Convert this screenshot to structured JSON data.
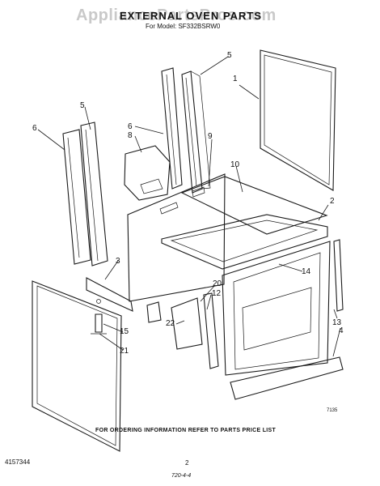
{
  "watermark": "AppliancePartsPros.com",
  "header": {
    "title": "EXTERNAL OVEN PARTS",
    "subtitle": "For Model: SF332BSRW0"
  },
  "diagram": {
    "callouts": [
      "1",
      "2",
      "3",
      "4",
      "5",
      "5",
      "6",
      "6",
      "8",
      "9",
      "10",
      "12",
      "13",
      "14",
      "15",
      "20",
      "21",
      "22"
    ],
    "figure_code": "7135"
  },
  "footer": {
    "ordering_note": "FOR ORDERING INFORMATION REFER TO PARTS PRICE LIST",
    "doc_number": "4157344",
    "page_number": "2",
    "handwritten_mark": "720-4-4"
  }
}
